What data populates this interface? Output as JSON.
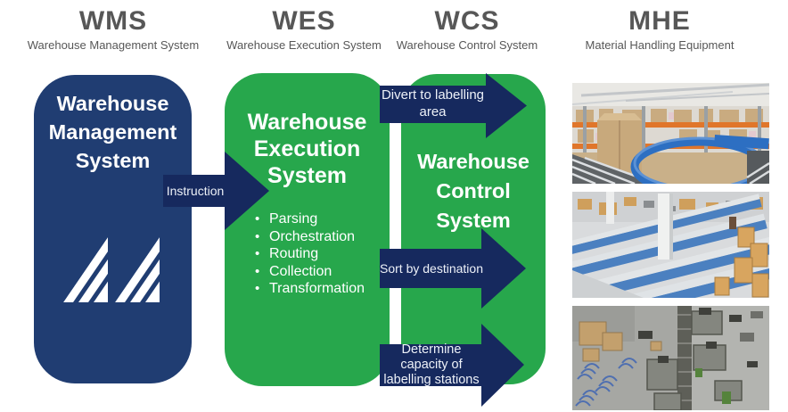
{
  "colors": {
    "block_navy": "#203d72",
    "arrow_navy": "#16295e",
    "green": "#27a74c",
    "header_gray": "#575757",
    "text_white": "#ffffff"
  },
  "headers": [
    {
      "acronym": "WMS",
      "subtitle": "Warehouse Management System"
    },
    {
      "acronym": "WES",
      "subtitle": "Warehouse Execution System"
    },
    {
      "acronym": "WCS",
      "subtitle": "Warehouse Control System"
    },
    {
      "acronym": "MHE",
      "subtitle": "Material Handling Equipment"
    }
  ],
  "blocks": {
    "wms": {
      "title": "Warehouse Management System"
    },
    "wes": {
      "title": "Warehouse Execution System",
      "bullets": [
        "Parsing",
        "Orchestration",
        "Routing",
        "Collection",
        "Transformation"
      ]
    },
    "wcs": {
      "title": "Warehouse Control System"
    }
  },
  "arrows": {
    "instruction": {
      "label": "Instruction"
    },
    "divert": {
      "label": "Divert to labelling area"
    },
    "sort": {
      "label": "Sort by destination"
    },
    "determine": {
      "label": "Determine capacity of labelling stations"
    }
  },
  "photos": [
    {
      "name": "warehouse-racking-with-curved-conveyor"
    },
    {
      "name": "sortation-conveyor-ramps-aerial"
    },
    {
      "name": "labelling-stations-aerial"
    }
  ]
}
